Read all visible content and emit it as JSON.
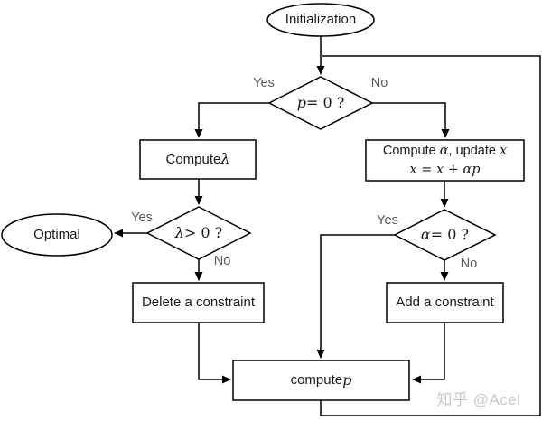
{
  "title": "Active-set optimization algorithm flowchart",
  "colors": {
    "line": "#000000",
    "text": "#1a1a1a",
    "yes_no_gray": "#595959",
    "watermark_gray": "#c9c9c9",
    "background": "#ffffff"
  },
  "nodes": {
    "init": {
      "label": "Initialization"
    },
    "p_check": {
      "var": "p",
      "cond": " = 0 ?"
    },
    "compute_lambda": {
      "prefix": "Compute ",
      "math": "λ"
    },
    "compute_alpha": {
      "l1_prefix": "Compute ",
      "l1_math1": "α",
      "l1_mid": ", update ",
      "l1_math2": "x",
      "l2_m1": "x",
      "l2_op1": " = ",
      "l2_m2": "x",
      "l2_op2": " + ",
      "l2_m3": "αp"
    },
    "lambda_check": {
      "var": "λ",
      "cond": " > 0 ?"
    },
    "alpha_check": {
      "var": "α",
      "cond": " = 0 ?"
    },
    "optimal": {
      "label": "Optimal"
    },
    "delete_constraint": {
      "label": "Delete a constraint"
    },
    "add_constraint": {
      "label": "Add a constraint"
    },
    "compute_p": {
      "prefix": "compute ",
      "math": "p"
    }
  },
  "edges": {
    "p_yes": "Yes",
    "p_no": "No",
    "lambda_yes": "Yes",
    "lambda_no": "No",
    "alpha_yes": "Yes",
    "alpha_no": "No"
  },
  "watermark": "知乎 @Acel"
}
